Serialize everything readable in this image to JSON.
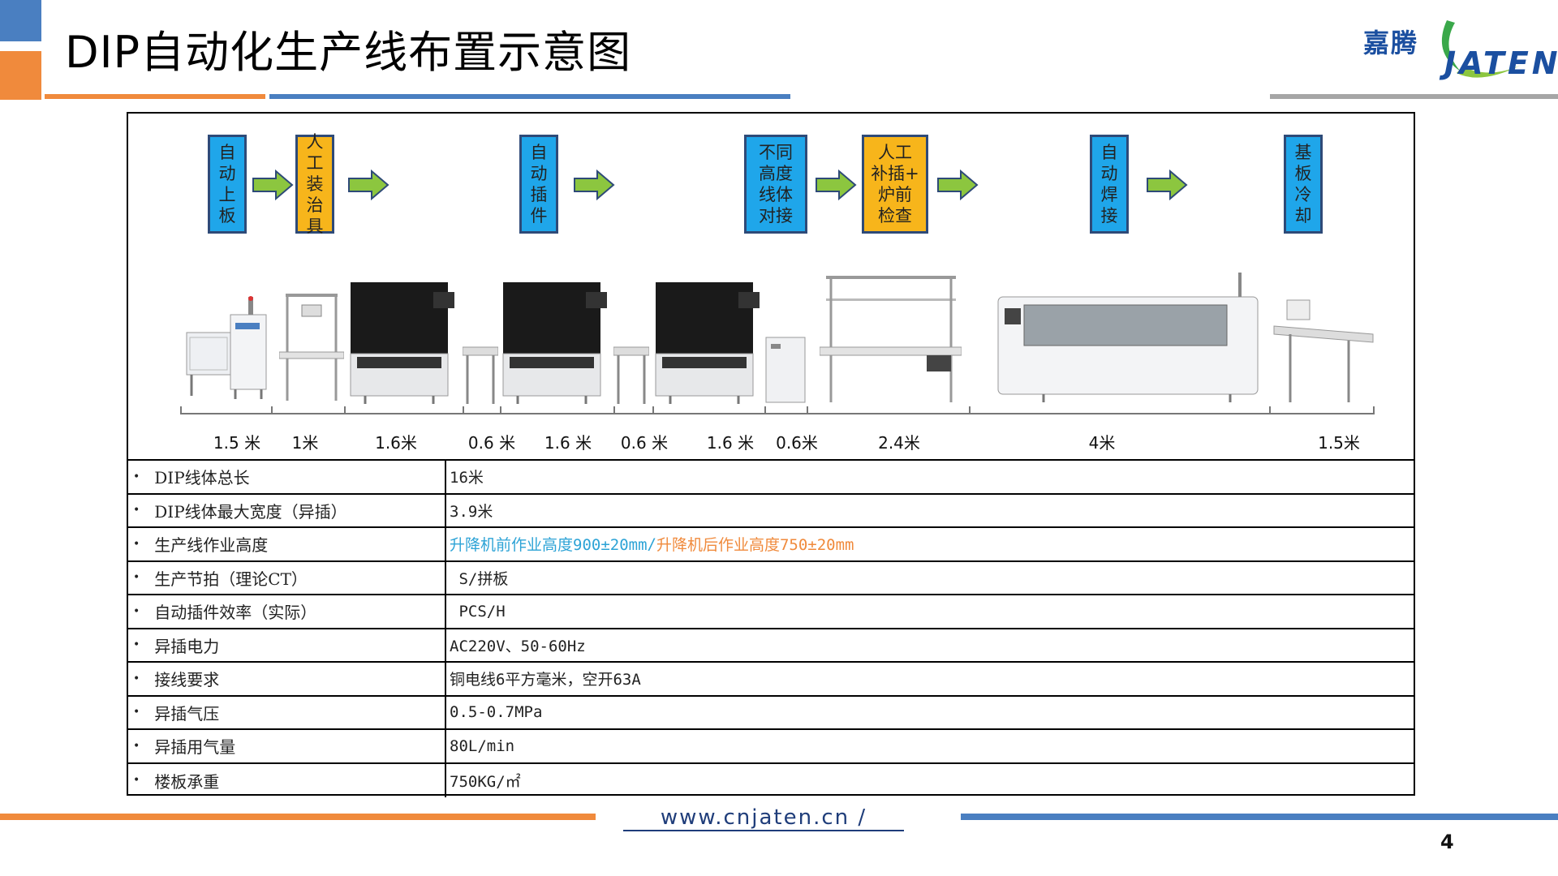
{
  "header": {
    "title": "DIP自动化生产线布置示意图",
    "logo_cn": "嘉腾",
    "logo_en": "JATEN"
  },
  "steps": [
    {
      "label": "自\n动\n上\n板",
      "color": "blue"
    },
    {
      "label": "人\n工\n装\n治\n具",
      "color": "yellow"
    },
    {
      "label": "自\n动\n插\n件",
      "color": "blue"
    },
    {
      "label": "不同\n高度\n线体\n对接",
      "color": "blue"
    },
    {
      "label": "人工\n补插+\n炉前\n检查",
      "color": "yellow"
    },
    {
      "label": "自\n动\n焊\n接",
      "color": "blue"
    },
    {
      "label": "基\n板\n冷\n却",
      "color": "blue"
    }
  ],
  "lengths": [
    "1.5 米",
    "1米",
    "1.6米",
    "0.6 米",
    "1.6 米",
    "0.6 米",
    "1.6 米",
    "0.6米",
    "2.4米",
    "4米",
    "1.5米"
  ],
  "specs": [
    {
      "label": "DIP线体总长",
      "value": "16米"
    },
    {
      "label": "DIP线体最大宽度（异插）",
      "value": "3.9米"
    },
    {
      "label": "生产线作业高度",
      "value_a": "升降机前作业高度900±20mm",
      "sep": "/",
      "value_b": "升降机后作业高度750±20mm"
    },
    {
      "label": "生产节拍（理论CT）",
      "value": " S/拼板"
    },
    {
      "label": "自动插件效率（实际）",
      "value": " PCS/H"
    },
    {
      "label": "异插电力",
      "value": "AC220V、50-60Hz"
    },
    {
      "label": "接线要求",
      "value": "铜电线6平方毫米，空开63A"
    },
    {
      "label": "异插气压",
      "value": "0.5-0.7MPa"
    },
    {
      "label": "异插用气量",
      "value": "80L/min"
    },
    {
      "label": "楼板承重",
      "value": "750KG/㎡"
    }
  ],
  "footer": {
    "url": "www.cnjaten.cn /",
    "page": "4"
  },
  "colors": {
    "blue_accent": "#4a7fc1",
    "orange_accent": "#f08a3c",
    "step_blue": "#1fa6ea",
    "step_yellow": "#f7b51b",
    "arrow_green": "#8cc63f"
  }
}
